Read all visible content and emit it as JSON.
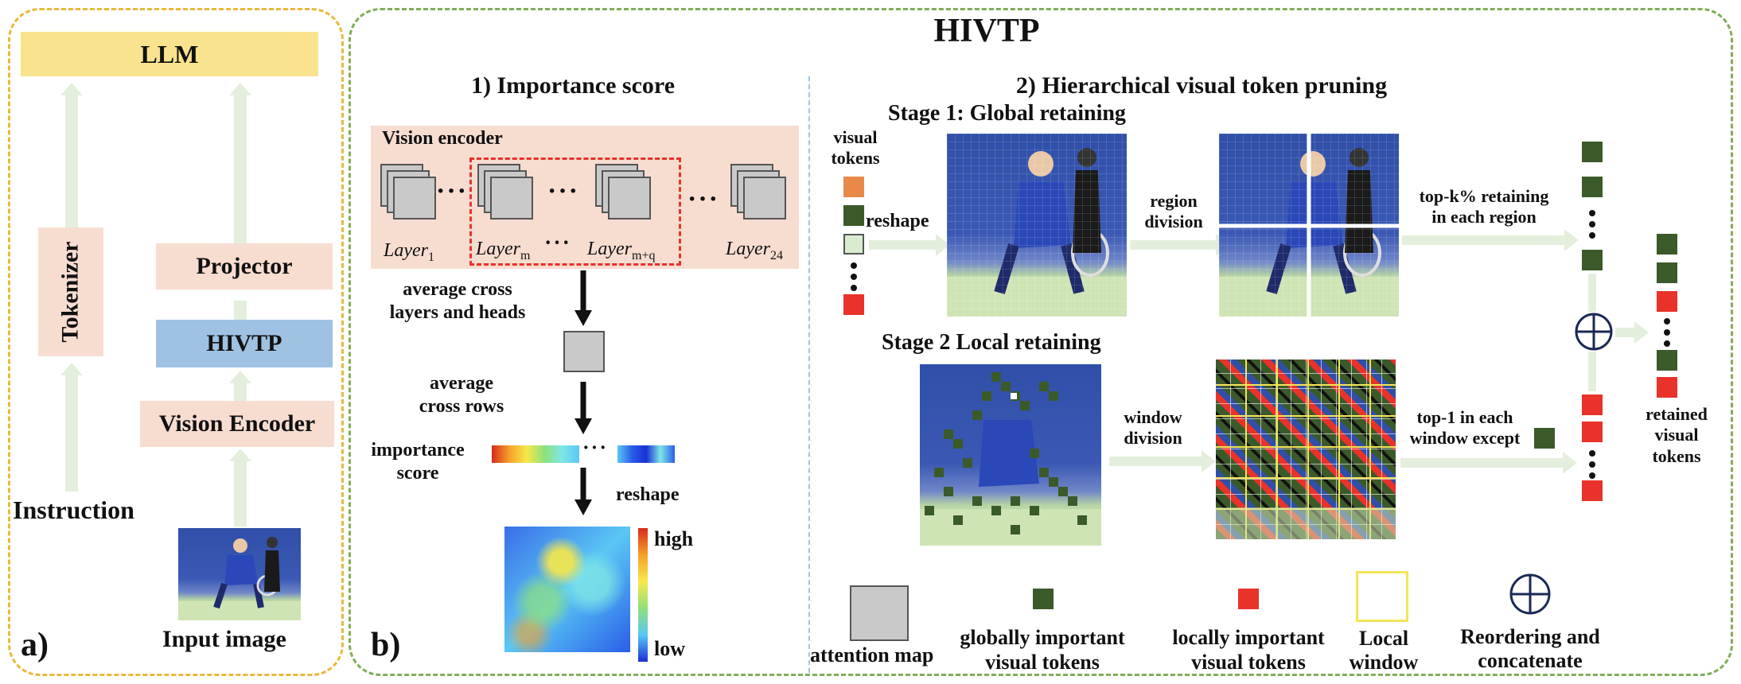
{
  "panel_a": {
    "label": "a)",
    "llm": "LLM",
    "tokenizer": "Tokenizer",
    "projector": "Projector",
    "hivtp": "HIVTP",
    "vision_encoder": "Vision Encoder",
    "instruction": "Instruction",
    "input_image": "Input image"
  },
  "panel_b": {
    "label": "b)",
    "title": "HIVTP",
    "section1": "1) Importance score",
    "section2": "2) Hierarchical visual token pruning",
    "vision_encoder": "Vision encoder",
    "layers": {
      "l1": "Layer",
      "l1_sub": "1",
      "lm": "Layer",
      "lm_sub": "m",
      "lmq": "Layer",
      "lmq_sub": "m+q",
      "l24": "Layer",
      "l24_sub": "24"
    },
    "avg_layers": "average cross\nlayers and heads",
    "avg_rows": "average\ncross rows",
    "importance_score": "importance\nscore",
    "reshape1": "reshape",
    "high": "high",
    "low": "low",
    "stage1": "Stage 1: Global retaining",
    "stage2": "Stage 2 Local retaining",
    "visual_tokens": "visual\ntokens",
    "reshape2": "reshape",
    "region_division": "region\ndivision",
    "topk": "top-k% retaining\nin each region",
    "window_division": "window\ndivision",
    "top1": "top-1 in each\nwindow except",
    "retained": "retained\nvisual\ntokens"
  },
  "legend": {
    "attention_map": "attention map",
    "global": "globally important\nvisual tokens",
    "local": "locally important\nvisual tokens",
    "window": "Local\nwindow",
    "reorder": "Reordering and\nconcatenate"
  },
  "colors": {
    "global_green": "#3b5a2a",
    "local_red": "#e8322a",
    "peach": "#f7ddd0",
    "blue": "#9fc2e3",
    "llm_yellow": "#f9e38e"
  }
}
